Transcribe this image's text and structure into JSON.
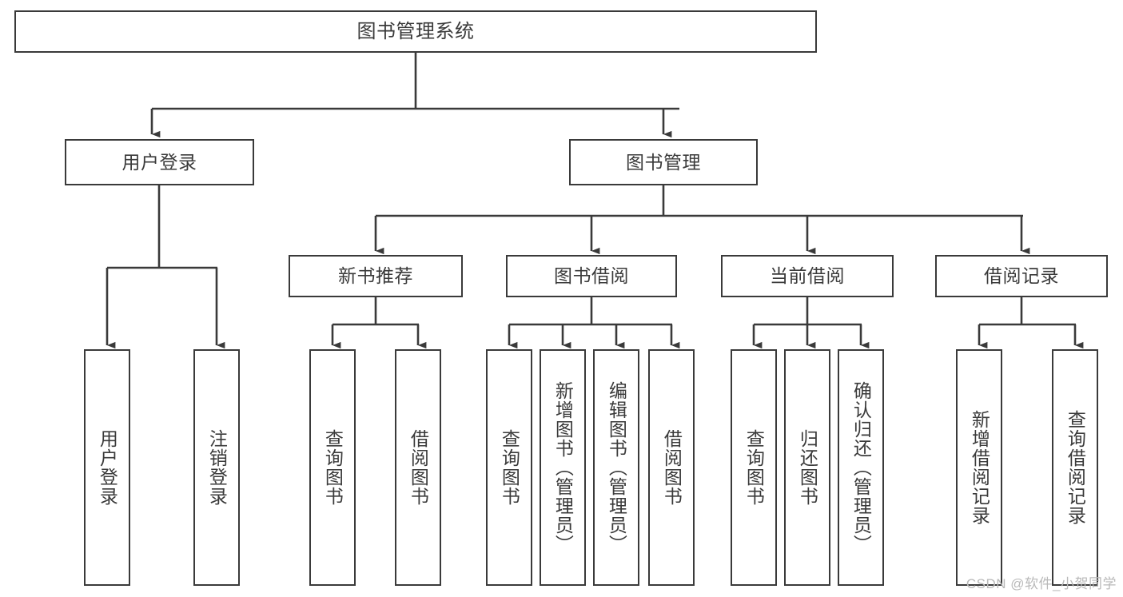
{
  "diagram": {
    "title": "图书管理系统",
    "type": "tree-hierarchy-chart",
    "background_color": "#ffffff",
    "line_color": "#3a3a3a",
    "text_color": "#3a3a3a",
    "root": {
      "id": "root",
      "label": "图书管理系统"
    },
    "level2": [
      {
        "id": "user-login",
        "label": "用户登录"
      },
      {
        "id": "book-manage",
        "label": "图书管理"
      }
    ],
    "level3": [
      {
        "id": "new-book-recommend",
        "label": "新书推荐",
        "parent": "book-manage"
      },
      {
        "id": "book-borrow",
        "label": "图书借阅",
        "parent": "book-manage"
      },
      {
        "id": "current-borrow",
        "label": "当前借阅",
        "parent": "book-manage"
      },
      {
        "id": "borrow-record",
        "label": "借阅记录",
        "parent": "book-manage"
      }
    ],
    "leaves": [
      {
        "id": "leaf-user-login",
        "label": "用户登录",
        "parent": "user-login"
      },
      {
        "id": "leaf-logout-login",
        "label": "注销登录",
        "parent": "user-login"
      },
      {
        "id": "leaf-query-book-1",
        "label": "查询图书",
        "parent": "new-book-recommend"
      },
      {
        "id": "leaf-borrow-book-1",
        "label": "借阅图书",
        "parent": "new-book-recommend"
      },
      {
        "id": "leaf-query-book-2",
        "label": "查询图书",
        "parent": "book-borrow"
      },
      {
        "id": "leaf-add-book",
        "label": "新增图书（管理员）",
        "parent": "book-borrow"
      },
      {
        "id": "leaf-edit-book",
        "label": "编辑图书（管理员）",
        "parent": "book-borrow"
      },
      {
        "id": "leaf-borrow-book-2",
        "label": "借阅图书",
        "parent": "book-borrow"
      },
      {
        "id": "leaf-query-book-3",
        "label": "查询图书",
        "parent": "current-borrow"
      },
      {
        "id": "leaf-return-book",
        "label": "归还图书",
        "parent": "current-borrow"
      },
      {
        "id": "leaf-confirm-return",
        "label": "确认归还（管理员）",
        "parent": "current-borrow"
      },
      {
        "id": "leaf-add-record",
        "label": "新增借阅记录",
        "parent": "borrow-record"
      },
      {
        "id": "leaf-query-record",
        "label": "查询借阅记录",
        "parent": "borrow-record"
      }
    ],
    "watermark": "CSDN @软件_小贺同学"
  }
}
